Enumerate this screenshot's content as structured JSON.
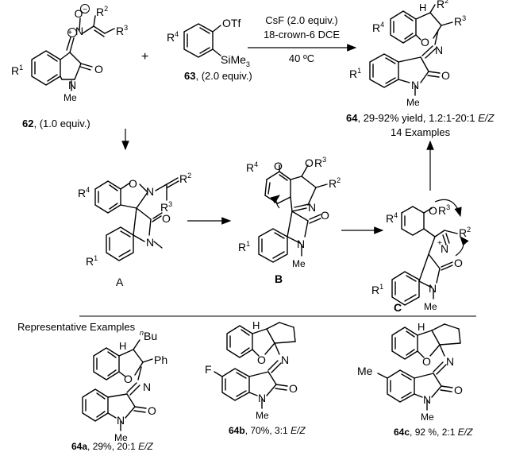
{
  "reaction": {
    "reagent1_label": "62",
    "reagent1_equiv": ", (1.0 equiv.)",
    "plus": "+",
    "reagent2_label": "63",
    "reagent2_equiv": ", (2.0 equiv.)",
    "conditions_line1": "CsF (2.0 equiv.)",
    "conditions_line2": "18-crown-6 DCE",
    "conditions_line3": "40 ºC",
    "product_label": "64",
    "product_text": ", 29-92% yield, 1.2:1-20:1 ",
    "product_ez": "E/Z",
    "product_examples": "14 Examples"
  },
  "atoms": {
    "R1": "R",
    "R1_sup": "1",
    "R2": "R",
    "R2_sup": "2",
    "R3": "R",
    "R3_sup": "3",
    "R4": "R",
    "R4_sup": "4",
    "O": "O",
    "N": "N",
    "Me": "Me",
    "OTf": "OTf",
    "SiMe3": "SiMe",
    "SiMe3_sub": "3",
    "F": "F",
    "Ph": "Ph",
    "nBu_prefix": "n",
    "nBu": "Bu",
    "H": "H",
    "minus": "−",
    "plus_charge": "+"
  },
  "intermediates": {
    "A": "A",
    "B": "B",
    "C": "C"
  },
  "examples": {
    "heading": "Representative Examples",
    "ex1_label": "64a",
    "ex1_text": ", 29%, 20:1 ",
    "ex1_ez": "E/Z",
    "ex2_label": "64b",
    "ex2_text": ", 70%, 3:1 ",
    "ex2_ez": "E/Z",
    "ex3_label": "64c",
    "ex3_text": ", 92 %, 2:1 ",
    "ex3_ez": "E/Z"
  }
}
